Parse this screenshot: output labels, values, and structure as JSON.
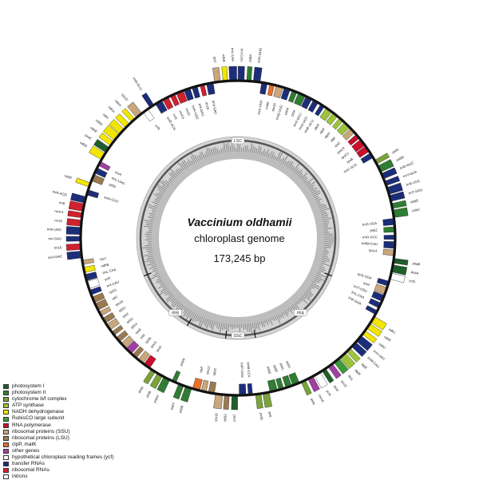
{
  "title": "Vaccinium oldhamii",
  "subtitle": "chloroplast genome",
  "genome_size": "173,245 bp",
  "region_labels": {
    "lsc": "LSC",
    "ssc": "SSC",
    "ira": "IRA",
    "irb": "IRB"
  },
  "legend": [
    {
      "label": "photosystem I",
      "color": "#1f5e2a"
    },
    {
      "label": "photosystem II",
      "color": "#2f7d32"
    },
    {
      "label": "cytochrome b/f complex",
      "color": "#7aa33a"
    },
    {
      "label": "ATP synthase",
      "color": "#9cc43a"
    },
    {
      "label": "NADH dehydrogenase",
      "color": "#f2e600"
    },
    {
      "label": "RubisCO large subunit",
      "color": "#3d9a3a"
    },
    {
      "label": "RNA polymerase",
      "color": "#c8102e"
    },
    {
      "label": "ribosomal proteins (SSU)",
      "color": "#c9a77c"
    },
    {
      "label": "ribosomal proteins (LSU)",
      "color": "#9b7a50"
    },
    {
      "label": "clpP, matK",
      "color": "#e8702a"
    },
    {
      "label": "other genes",
      "color": "#a040a0"
    },
    {
      "label": "hypothetical chloroplast reading frames (ycf)",
      "color": "#ffffff"
    },
    {
      "label": "transfer RNAs",
      "color": "#1c2d7a"
    },
    {
      "label": "ribosomal RNAs",
      "color": "#d1202e"
    },
    {
      "label": "introns",
      "color": "#ffffff"
    }
  ],
  "genes": [
    {
      "name": "psbA",
      "color": "#2f7d32",
      "out": true
    },
    {
      "name": "trnH-GUG",
      "color": "#1c2d7a",
      "out": true
    },
    {
      "name": "trnK-UUU",
      "color": "#1c2d7a",
      "out": false
    },
    {
      "name": "matK",
      "color": "#e8702a",
      "out": false
    },
    {
      "name": "rps16",
      "color": "#c9a77c",
      "out": false
    },
    {
      "name": "trnQ-UUG",
      "color": "#1c2d7a",
      "out": false
    },
    {
      "name": "psbK",
      "color": "#2f7d32",
      "out": false
    },
    {
      "name": "psbI",
      "color": "#2f7d32",
      "out": false
    },
    {
      "name": "trnS-GCU",
      "color": "#1c2d7a",
      "out": false
    },
    {
      "name": "trnG-UCC",
      "color": "#1c2d7a",
      "out": false
    },
    {
      "name": "trnR-UCU",
      "color": "#1c2d7a",
      "out": false
    },
    {
      "name": "atpA",
      "color": "#9cc43a",
      "out": false
    },
    {
      "name": "atpF",
      "color": "#9cc43a",
      "out": false
    },
    {
      "name": "atpH",
      "color": "#9cc43a",
      "out": false
    },
    {
      "name": "atpI",
      "color": "#9cc43a",
      "out": false
    },
    {
      "name": "rps2",
      "color": "#c9a77c",
      "out": false
    },
    {
      "name": "rpoC2",
      "color": "#c8102e",
      "out": false
    },
    {
      "name": "rpoC1",
      "color": "#c8102e",
      "out": false
    },
    {
      "name": "rpoB",
      "color": "#c8102e",
      "out": false
    },
    {
      "name": "trnC-GCA",
      "color": "#1c2d7a",
      "out": false
    },
    {
      "name": "petN",
      "color": "#7aa33a",
      "out": true
    },
    {
      "name": "psbM",
      "color": "#2f7d32",
      "out": true
    },
    {
      "name": "trnD-GUC",
      "color": "#1c2d7a",
      "out": true
    },
    {
      "name": "trnY-GUA",
      "color": "#1c2d7a",
      "out": true
    },
    {
      "name": "trnE-UUC",
      "color": "#1c2d7a",
      "out": true
    },
    {
      "name": "trnT-GGU",
      "color": "#1c2d7a",
      "out": true
    },
    {
      "name": "psbD",
      "color": "#2f7d32",
      "out": true
    },
    {
      "name": "psbC",
      "color": "#2f7d32",
      "out": true
    },
    {
      "name": "trnS-UGA",
      "color": "#1c2d7a",
      "out": false
    },
    {
      "name": "psbZ",
      "color": "#2f7d32",
      "out": false
    },
    {
      "name": "trnG-GCC",
      "color": "#1c2d7a",
      "out": false
    },
    {
      "name": "trnfM-CAU",
      "color": "#1c2d7a",
      "out": false
    },
    {
      "name": "rps14",
      "color": "#c9a77c",
      "out": false
    },
    {
      "name": "psaB",
      "color": "#1f5e2a",
      "out": true
    },
    {
      "name": "psaA",
      "color": "#1f5e2a",
      "out": true
    },
    {
      "name": "ycf3",
      "color": "#ffffff",
      "out": true
    },
    {
      "name": "trnS-GGA",
      "color": "#1c2d7a",
      "out": false
    },
    {
      "name": "rps4",
      "color": "#c9a77c",
      "out": false
    },
    {
      "name": "trnT-UGU",
      "color": "#1c2d7a",
      "out": false
    },
    {
      "name": "trnL-UAA",
      "color": "#1c2d7a",
      "out": false
    },
    {
      "name": "trnF-GAA",
      "color": "#1c2d7a",
      "out": false
    },
    {
      "name": "ndhJ",
      "color": "#f2e600",
      "out": true
    },
    {
      "name": "ndhK",
      "color": "#f2e600",
      "out": true
    },
    {
      "name": "ndhC",
      "color": "#f2e600",
      "out": true
    },
    {
      "name": "trnV-UAC",
      "color": "#1c2d7a",
      "out": true
    },
    {
      "name": "trnM-CAU",
      "color": "#1c2d7a",
      "out": true
    },
    {
      "name": "atpE",
      "color": "#9cc43a",
      "out": true
    },
    {
      "name": "atpB",
      "color": "#9cc43a",
      "out": true
    },
    {
      "name": "rbcL",
      "color": "#3d9a3a",
      "out": true
    },
    {
      "name": "accD",
      "color": "#a040a0",
      "out": true
    },
    {
      "name": "psaI",
      "color": "#1f5e2a",
      "out": true
    },
    {
      "name": "ycf4",
      "color": "#ffffff",
      "out": true
    },
    {
      "name": "cemA",
      "color": "#a040a0",
      "out": true
    },
    {
      "name": "petA",
      "color": "#7aa33a",
      "out": true
    },
    {
      "name": "psbJ",
      "color": "#2f7d32",
      "out": false
    },
    {
      "name": "psbL",
      "color": "#2f7d32",
      "out": false
    },
    {
      "name": "psbF",
      "color": "#2f7d32",
      "out": false
    },
    {
      "name": "psbE",
      "color": "#2f7d32",
      "out": false
    },
    {
      "name": "petL",
      "color": "#7aa33a",
      "out": true
    },
    {
      "name": "petG",
      "color": "#7aa33a",
      "out": true
    },
    {
      "name": "trnW-CCA",
      "color": "#1c2d7a",
      "out": false
    },
    {
      "name": "trnP-UGG",
      "color": "#1c2d7a",
      "out": false
    },
    {
      "name": "psaJ",
      "color": "#1f5e2a",
      "out": true
    },
    {
      "name": "rpl33",
      "color": "#9b7a50",
      "out": true
    },
    {
      "name": "rps18",
      "color": "#c9a77c",
      "out": true
    },
    {
      "name": "rpl20",
      "color": "#9b7a50",
      "out": false
    },
    {
      "name": "rps12",
      "color": "#c9a77c",
      "out": false
    },
    {
      "name": "clpP",
      "color": "#e8702a",
      "out": false
    },
    {
      "name": "psbB",
      "color": "#2f7d32",
      "out": true
    },
    {
      "name": "psbT",
      "color": "#2f7d32",
      "out": true
    },
    {
      "name": "psbN",
      "color": "#2f7d32",
      "out": false
    },
    {
      "name": "psbH",
      "color": "#2f7d32",
      "out": true
    },
    {
      "name": "petB",
      "color": "#7aa33a",
      "out": true
    },
    {
      "name": "petD",
      "color": "#7aa33a",
      "out": true
    },
    {
      "name": "rpoA",
      "color": "#c8102e",
      "out": false
    },
    {
      "name": "rps11",
      "color": "#c9a77c",
      "out": false
    },
    {
      "name": "rpl36",
      "color": "#9b7a50",
      "out": false
    },
    {
      "name": "infA",
      "color": "#a040a0",
      "out": false
    },
    {
      "name": "rps8",
      "color": "#c9a77c",
      "out": false
    },
    {
      "name": "rpl14",
      "color": "#9b7a50",
      "out": false
    },
    {
      "name": "rpl16",
      "color": "#9b7a50",
      "out": false
    },
    {
      "name": "rps3",
      "color": "#c9a77c",
      "out": false
    },
    {
      "name": "rpl22",
      "color": "#9b7a50",
      "out": false
    },
    {
      "name": "rps19",
      "color": "#c9a77c",
      "out": false
    },
    {
      "name": "rpl2",
      "color": "#9b7a50",
      "out": false
    },
    {
      "name": "rpl23",
      "color": "#9b7a50",
      "out": false
    },
    {
      "name": "trnI-CAU",
      "color": "#1c2d7a",
      "out": false
    },
    {
      "name": "ycf2",
      "color": "#ffffff",
      "out": false
    },
    {
      "name": "trnL-CAA",
      "color": "#1c2d7a",
      "out": false
    },
    {
      "name": "ndhB",
      "color": "#f2e600",
      "out": false
    },
    {
      "name": "rps7",
      "color": "#c9a77c",
      "out": false
    },
    {
      "name": "trnV-GAC",
      "color": "#1c2d7a",
      "out": true
    },
    {
      "name": "rrn16",
      "color": "#d1202e",
      "out": true
    },
    {
      "name": "trnI-GAU",
      "color": "#1c2d7a",
      "out": true
    },
    {
      "name": "trnA-UGC",
      "color": "#1c2d7a",
      "out": true
    },
    {
      "name": "rrn23",
      "color": "#d1202e",
      "out": true
    },
    {
      "name": "rrn4.5",
      "color": "#d1202e",
      "out": true
    },
    {
      "name": "rrn5",
      "color": "#d1202e",
      "out": true
    },
    {
      "name": "trnR-ACG",
      "color": "#1c2d7a",
      "out": true
    },
    {
      "name": "trnN-GUU",
      "color": "#1c2d7a",
      "out": false
    },
    {
      "name": "ndhF",
      "color": "#f2e600",
      "out": true
    },
    {
      "name": "rpl32",
      "color": "#9b7a50",
      "out": false
    },
    {
      "name": "trnL-UAG",
      "color": "#1c2d7a",
      "out": false
    },
    {
      "name": "ccsA",
      "color": "#a040a0",
      "out": false
    },
    {
      "name": "ndhD",
      "color": "#f2e600",
      "out": true
    },
    {
      "name": "psaC",
      "color": "#1f5e2a",
      "out": true
    },
    {
      "name": "ndhE",
      "color": "#f2e600",
      "out": true
    },
    {
      "name": "ndhG",
      "color": "#f2e600",
      "out": true
    },
    {
      "name": "ndhI",
      "color": "#f2e600",
      "out": true
    },
    {
      "name": "ndhA",
      "color": "#f2e600",
      "out": true
    },
    {
      "name": "ndhH",
      "color": "#f2e600",
      "out": true
    },
    {
      "name": "rps15",
      "color": "#c9a77c",
      "out": true
    },
    {
      "name": "ycf1",
      "color": "#ffffff",
      "out": false
    },
    {
      "name": "trnN-GUU",
      "color": "#1c2d7a",
      "out": true
    },
    {
      "name": "trnR-ACG",
      "color": "#1c2d7a",
      "out": false
    },
    {
      "name": "rrn5",
      "color": "#d1202e",
      "out": false
    },
    {
      "name": "rrn4.5",
      "color": "#d1202e",
      "out": false
    },
    {
      "name": "rrn23",
      "color": "#d1202e",
      "out": false
    },
    {
      "name": "trnA-UGC",
      "color": "#1c2d7a",
      "out": false
    },
    {
      "name": "trnI-GAU",
      "color": "#1c2d7a",
      "out": false
    },
    {
      "name": "rrn16",
      "color": "#d1202e",
      "out": false
    },
    {
      "name": "trnV-GAC",
      "color": "#1c2d7a",
      "out": false
    },
    {
      "name": "rps7",
      "color": "#c9a77c",
      "out": true
    },
    {
      "name": "ndhB",
      "color": "#f2e600",
      "out": true
    },
    {
      "name": "trnL-CAA",
      "color": "#1c2d7a",
      "out": true
    },
    {
      "name": "trnI-CAU",
      "color": "#1c2d7a",
      "out": true
    }
  ]
}
